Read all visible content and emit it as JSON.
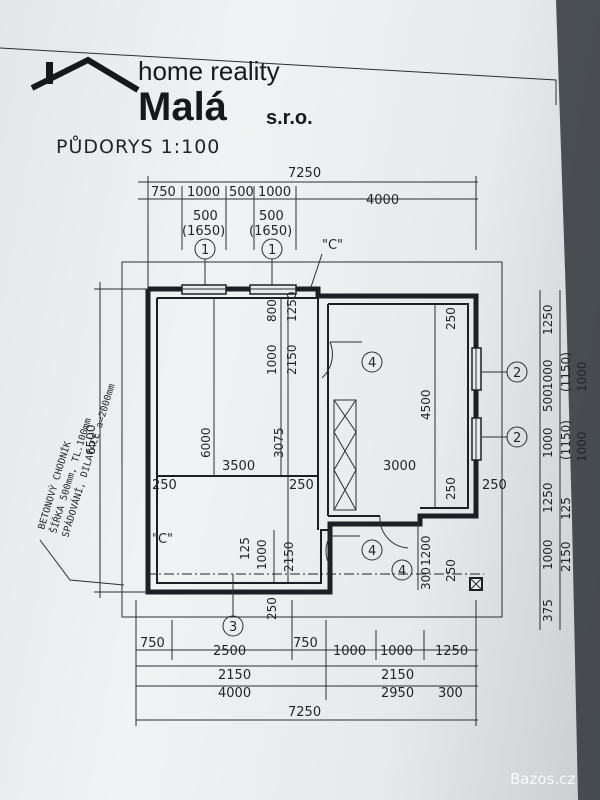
{
  "brand": {
    "line1": "home reality",
    "line2": "Malá",
    "suffix": "s.r.o."
  },
  "title": "PŮDORYS 1:100",
  "top_dims": {
    "total": "7250",
    "row2": [
      "750",
      "1000",
      "500",
      "1000",
      "4000"
    ],
    "win1": "500",
    "win1b": "(1650)",
    "win2": "500",
    "win2b": "(1650)"
  },
  "bottom_dims": {
    "row1": [
      "750",
      "2500",
      "750",
      "1000",
      "1000",
      "1250"
    ],
    "row2": [
      "2150",
      "2150"
    ],
    "row3": [
      "4000",
      "2950",
      "300"
    ],
    "total": "7250"
  },
  "left_dims": {
    "total": "6500"
  },
  "right_dims": {
    "col1": [
      "1250",
      "1000",
      "500",
      "1000",
      "1250",
      "1000",
      "375"
    ],
    "col2": [
      "(1150)",
      "(1150)",
      "125",
      "2150"
    ],
    "col3": [
      "1000",
      "1000"
    ]
  },
  "interior_dims": {
    "win_sill_1000": "1000",
    "h800": "800",
    "h1250": "1250",
    "h2150": "2150",
    "h6000": "6000",
    "h3075": "3075",
    "w3500": "3500",
    "w3000": "3000",
    "h4500": "4500",
    "w250_left": "250",
    "w250_mid": "250",
    "w250_right": "250",
    "w250_right2": "250",
    "w250_top": "250",
    "h125": "125",
    "h1000b": "1000",
    "h2150b": "2150",
    "h250b": "250",
    "h1200": "1200",
    "h300": "300",
    "h250c": "250"
  },
  "markers": [
    "1",
    "1",
    "2",
    "2",
    "3",
    "4",
    "4",
    "4"
  ],
  "section_labels": [
    "\"C\"",
    "\"C\""
  ],
  "note_lines": [
    "BETONOVÝ CHODNÍK",
    "ŠÍŘKA 500mm, TL.100mm",
    "SPÁDOVÁNÍ, DILATACE a=2000mm"
  ],
  "watermark": "Bazos.cz"
}
